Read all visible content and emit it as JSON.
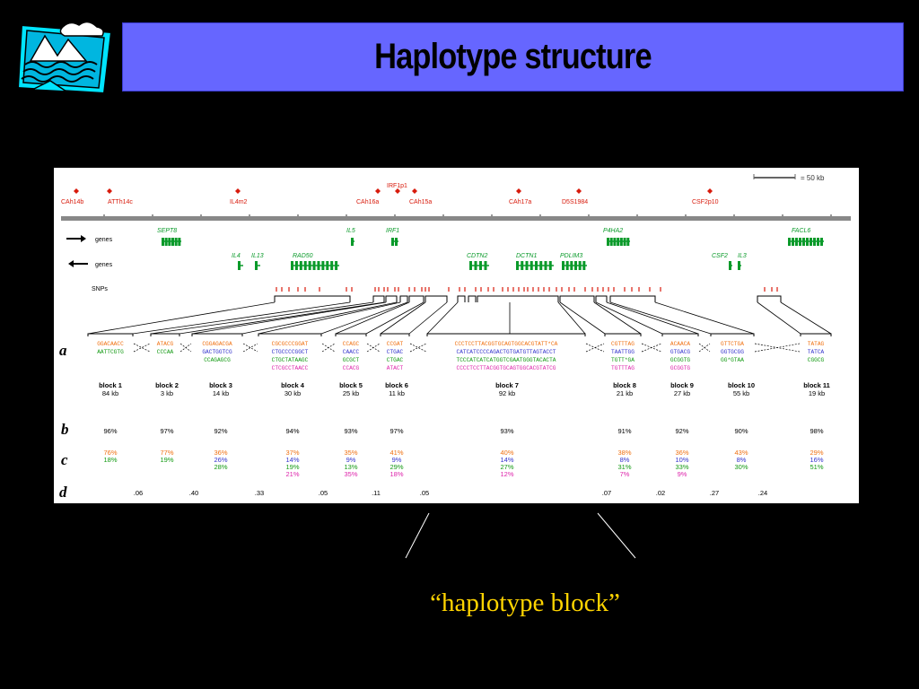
{
  "slide": {
    "title": "Haplotype structure",
    "caption": "“haplotype block”"
  },
  "figure": {
    "scale_label": "= 50 kb",
    "markers": [
      "CAh14b",
      "ATTh14c",
      "IL4m2",
      "IRF1p1",
      "CAh16a",
      "CAh15a",
      "CAh17a",
      "D5S1984",
      "CSF2p10"
    ],
    "genes_forward": [
      "SEPT8",
      "IL5",
      "IRF1",
      "P4HA2",
      "FACL6"
    ],
    "genes_reverse": [
      "IL4",
      "IL13",
      "RAD50",
      "CDTN2",
      "DCTN1",
      "PDLIM3",
      "CSF2",
      "IL3"
    ],
    "row_labels": {
      "genes_fwd": "genes",
      "genes_rev": "genes",
      "snps": "SNPs"
    },
    "panel_letters": [
      "a",
      "b",
      "c",
      "d"
    ],
    "blocks": [
      {
        "name": "block 1",
        "size": "84 kb",
        "b": "96%",
        "c": [
          "76%",
          "18%"
        ],
        "hap": [
          "GGACAACC",
          "AATTCGTG"
        ]
      },
      {
        "name": "block 2",
        "size": "3 kb",
        "b": "97%",
        "c": [
          "77%",
          "19%"
        ],
        "hap": [
          "ATACG",
          "CCCAA"
        ]
      },
      {
        "name": "block 3",
        "size": "14 kb",
        "b": "92%",
        "c": [
          "36%",
          "26%",
          "28%"
        ],
        "hap": [
          "CGGAGACGA",
          "GACTGGTCG",
          "CCAGAGCG"
        ]
      },
      {
        "name": "block 4",
        "size": "30 kb",
        "b": "94%",
        "c": [
          "37%",
          "14%",
          "19%",
          "21%"
        ],
        "hap": [
          "CGCGCCCGGAT",
          "CTGCCCCGGCT",
          "CTGCTATAAGC",
          "CTCGCCTAACC"
        ]
      },
      {
        "name": "block 5",
        "size": "25 kb",
        "b": "93%",
        "c": [
          "35%",
          "9%",
          "13%",
          "35%"
        ],
        "hap": [
          "CCAGC",
          "CAACC",
          "GCGCT",
          "CCACG"
        ]
      },
      {
        "name": "block 6",
        "size": "11 kb",
        "b": "97%",
        "c": [
          "41%",
          "9%",
          "29%",
          "18%"
        ],
        "hap": [
          "CCGAT",
          "CTGAC",
          "CTGAC",
          "ATACT"
        ]
      },
      {
        "name": "block 7",
        "size": "92 kb",
        "b": "93%",
        "c": [
          "40%",
          "14%",
          "27%",
          "12%"
        ],
        "hap": [
          "CCCTCCTTACGGTGCAGTGGCACGTATT*CA",
          "CATCATCCCCAGACTGTGATGTTAGTACCT",
          "TCCCATCATCATGGTCGAATGGGTACACTA",
          "CCCCTCCTTACGGTGCAGTGGCACGTATCG"
        ]
      },
      {
        "name": "block 8",
        "size": "21 kb",
        "b": "91%",
        "c": [
          "38%",
          "8%",
          "31%",
          "7%"
        ],
        "hap": [
          "CGTTTAG",
          "TAATTGG",
          "TGTT*GA",
          "TGTTTAG"
        ]
      },
      {
        "name": "block 9",
        "size": "27 kb",
        "b": "92%",
        "c": [
          "36%",
          "10%",
          "33%",
          "9%"
        ],
        "hap": [
          "ACAACA",
          "GTGACG",
          "GCGGTG",
          "GCGGTG"
        ]
      },
      {
        "name": "block 10",
        "size": "55 kb",
        "b": "90%",
        "c": [
          "43%",
          "8%",
          "30%"
        ],
        "hap": [
          "GTTCTGA",
          "GGTGCGG",
          "GG*GTAA"
        ]
      },
      {
        "name": "block 11",
        "size": "19 kb",
        "b": "98%",
        "c": [
          "29%",
          "16%",
          "51%"
        ],
        "hap": [
          "TATAG",
          "TATCA",
          "CGGCG"
        ]
      }
    ],
    "d_values": [
      ".06",
      ".40",
      ".33",
      ".05",
      ".11",
      ".05",
      ".07",
      ".02",
      ".27",
      ".24"
    ],
    "colors": {
      "orange": "#f07010",
      "blue": "#3333cc",
      "green": "#119911",
      "magenta": "#dd22aa",
      "red": "#d81b0c",
      "gene": "#0a9a2a",
      "axis": "#777777",
      "accent": "#6666ff",
      "caption": "#ffd400"
    }
  }
}
